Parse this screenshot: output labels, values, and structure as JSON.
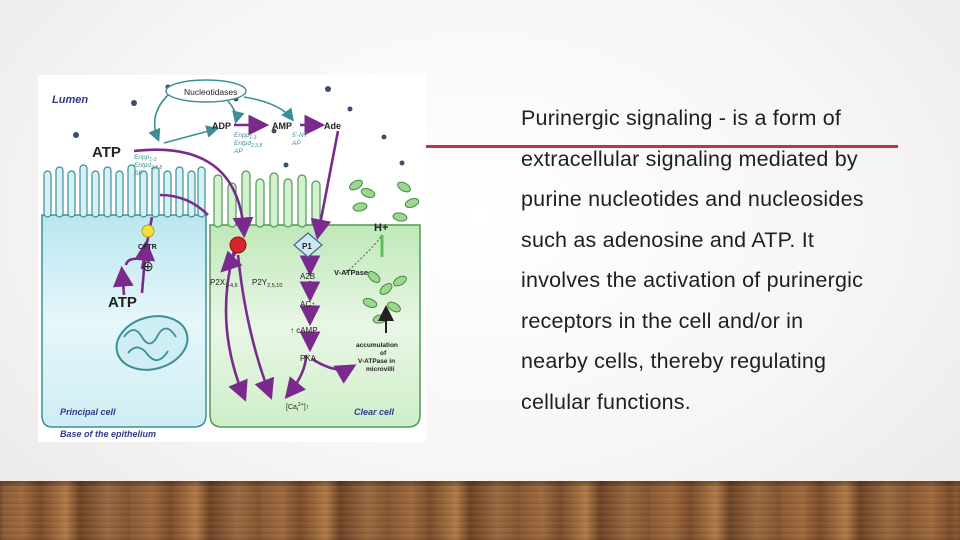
{
  "slide": {
    "text_lines": [
      "Purinergic signaling - is a form of",
      "extracellular signaling mediated by",
      "purine nucleotides and nucleosides",
      "such as adenosine and ATP.  It",
      "involves the activation of purinergic",
      "receptors in the cell and/or in",
      "nearby cells, thereby regulating",
      "cellular functions."
    ],
    "accent_color": "#c0334a"
  },
  "diagram": {
    "labels": {
      "lumen": "Lumen",
      "nucleotidases": "Nucleotidases",
      "adp": "ADP",
      "amp": "AMP",
      "ade": "Ade",
      "atp_top": "ATP",
      "enpp_1": "Enpp",
      "enpp_1_sub": "1-3",
      "entpd_1": "Entpd",
      "entpd_1_sub": "2,3,8",
      "ap_1": "AP",
      "enpp_2": "Enpp",
      "enpp_2_sub": "1-3",
      "entpd_2": "Entpd",
      "entpd_2_sub": "2,3,8",
      "ap_2": "AP",
      "nt5": "5'-NT",
      "ap_3": "AP",
      "cftr": "CFTR",
      "plus": "⊕",
      "atp_cell": "ATP",
      "p1": "P1",
      "h_plus": "H+",
      "a2b": "A2B",
      "v_atpase": "V-ATPase",
      "p2x": "P2X",
      "p2x_sub": "1-4,6",
      "p2y": "P2Y",
      "p2y_sub": "2,5,10",
      "ac": "AC↑",
      "camp": "↑ cAMP",
      "pka": "PKA",
      "accum_1": "accumulation",
      "accum_2": "of",
      "accum_3": "V-ATPase in",
      "accum_4": "microvilli",
      "cai": "[Ca",
      "cai_sub": "i",
      "cai_sup": "2+",
      "cai_end": "]↑",
      "principal_cell": "Principal cell",
      "clear_cell": "Clear cell",
      "base": "Base of the epithelium"
    },
    "colors": {
      "purple": "#7a2a8c",
      "teal": "#3d8f95",
      "principal_fill": "#d6f1f5",
      "clear_fill": "#d3f0cf",
      "red_receptor": "#d7262b",
      "yellow_cftr": "#f4e040",
      "label_blue": "#2e3a8c"
    }
  }
}
